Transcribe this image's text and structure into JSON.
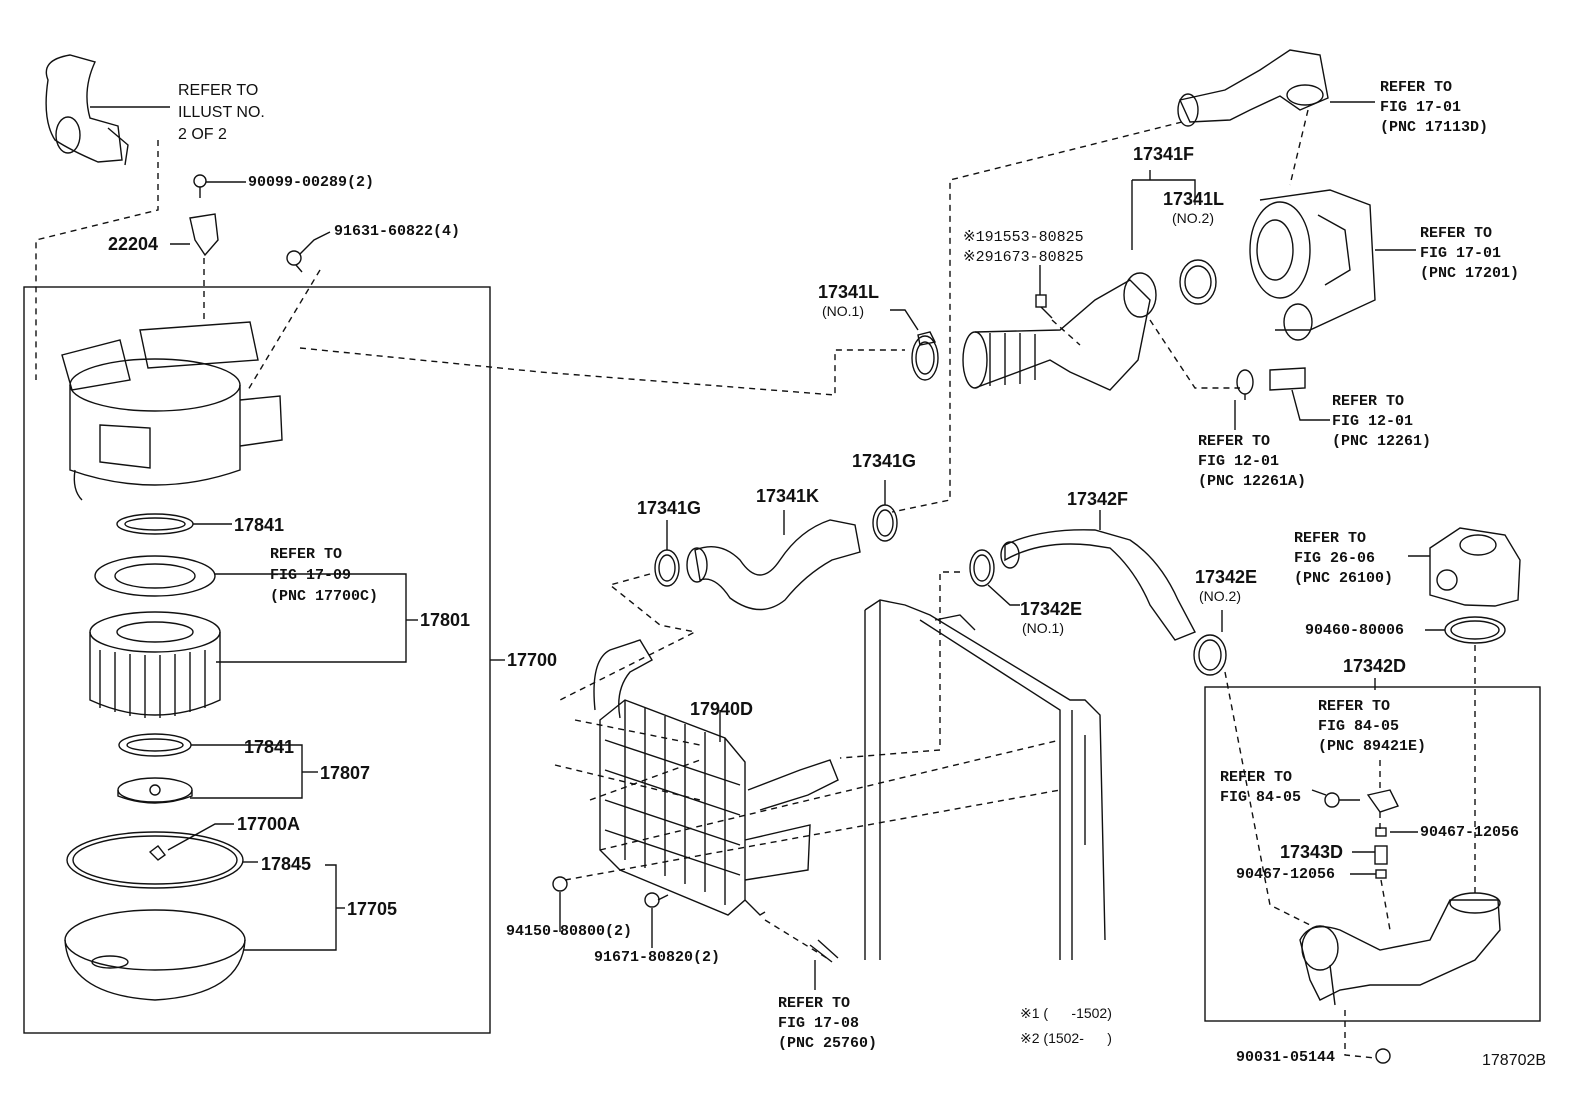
{
  "labels": {
    "refer_illust": [
      "REFER TO",
      "ILLUST NO.",
      "2 OF 2"
    ],
    "p90099": "90099-00289(2)",
    "p22204": "22204",
    "p91631": "91631-60822(4)",
    "p17841a": "17841",
    "refer_1709": [
      "REFER TO",
      "FIG 17-09",
      "(PNC 17700C)"
    ],
    "p17801": "17801",
    "p17700": "17700",
    "p17841b": "17841",
    "p17807": "17807",
    "p17700A": "17700A",
    "p17845": "17845",
    "p17705": "17705",
    "refer_1701a": [
      "REFER TO",
      "FIG 17-01",
      "(PNC 17113D)"
    ],
    "p17341F": "17341F",
    "p17341L2": "17341L",
    "no2a": "(NO.2)",
    "refer_1701b": [
      "REFER TO",
      "FIG 17-01",
      "(PNC 17201)"
    ],
    "p191553": "※191553-80825",
    "p291673": "※291673-80825",
    "p17341L1": "17341L",
    "no1a": "(NO.1)",
    "refer_1201a": [
      "REFER TO",
      "FIG 12-01",
      "(PNC 12261)"
    ],
    "refer_1201b": [
      "REFER TO",
      "FIG 12-01",
      "(PNC 12261A)"
    ],
    "p17341Ga": "17341G",
    "p17341K": "17341K",
    "p17341Gb": "17341G",
    "p17342F": "17342F",
    "p17342Ea": "17342E",
    "no1b": "(NO.1)",
    "p17342Eb": "17342E",
    "no2b": "(NO.2)",
    "refer_2606": [
      "REFER TO",
      "FIG 26-06",
      "(PNC 26100)"
    ],
    "p90460": "90460-80006",
    "p17342D": "17342D",
    "refer_8405a": [
      "REFER TO",
      "FIG 84-05",
      "(PNC 89421E)"
    ],
    "refer_8405b": [
      "REFER TO",
      "FIG 84-05"
    ],
    "p17343D": "17343D",
    "p90467a": "90467-12056",
    "p90467b": "90467-12056",
    "p17940D": "17940D",
    "p94150": "94150-80800(2)",
    "p91671": "91671-80820(2)",
    "refer_1708": [
      "REFER TO",
      "FIG 17-08",
      "(PNC 25760)"
    ],
    "note1": "※1 (      -1502)",
    "note2": "※2 (1502-      )",
    "p90031": "90031-05144",
    "diagram_id": "178702B"
  }
}
